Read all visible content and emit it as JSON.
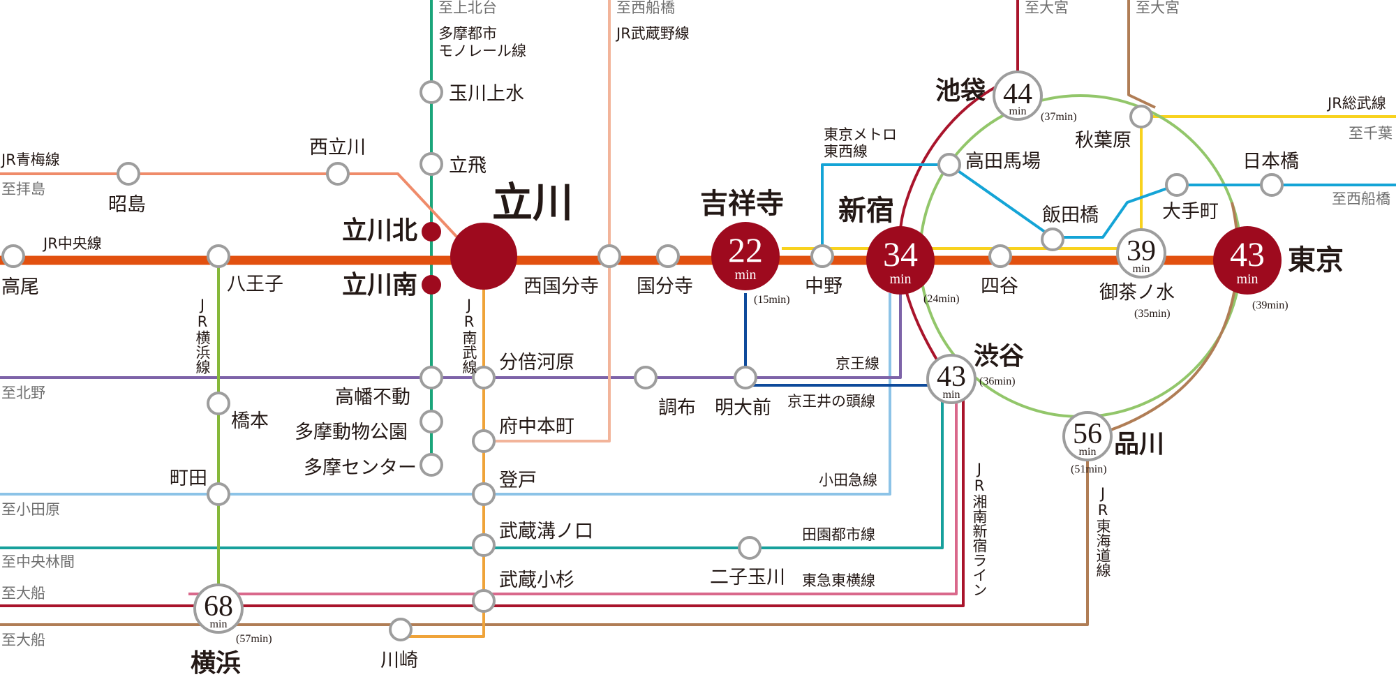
{
  "lines": {
    "ome": "JR青梅線",
    "chuo": "JR中央線",
    "tama_monorail_1": "多摩都市",
    "tama_monorail_2": "モノレール線",
    "musashino": "JR武蔵野線",
    "tozai_1": "東京メトロ",
    "tozai_2": "東西線",
    "sobu": "JR総武線",
    "yokohama": "JR横浜線",
    "nambu": "JR南武線",
    "keio": "京王線",
    "inokashira": "京王井の頭線",
    "odakyu": "小田急線",
    "denentoshi": "田園都市線",
    "toyoko": "東急東横線",
    "shonan": "JR湘南新宿ライン",
    "tokaido": "JR東海道線"
  },
  "directions": {
    "kamikitadai": "至上北台",
    "nishifunabashi_top": "至西船橋",
    "omiya_1": "至大宮",
    "omiya_2": "至大宮",
    "haijima": "至拝島",
    "chiba": "至千葉",
    "nishifunabashi_right": "至西船橋",
    "kitano": "至北野",
    "odawara": "至小田原",
    "chuorinkan": "至中央林間",
    "ofuna_1": "至大船",
    "ofuna_2": "至大船"
  },
  "stations": {
    "tamagawajosui": "玉川上水",
    "tachihi": "立飛",
    "nishitachikawa": "西立川",
    "akishima": "昭島",
    "tachikawakita": "立川北",
    "tachikawaminami": "立川南",
    "tachikawa": "立川",
    "takao": "高尾",
    "hachioji": "八王子",
    "nishikokubunji": "西国分寺",
    "kokubunji": "国分寺",
    "kichijoji": "吉祥寺",
    "nakano": "中野",
    "shinjuku": "新宿",
    "yotsuya": "四谷",
    "ochanomizu": "御茶ノ水",
    "tokyo": "東京",
    "ikebukuro": "池袋",
    "takadanobaba": "高田馬場",
    "akihabara": "秋葉原",
    "iidabashi": "飯田橋",
    "otemachi": "大手町",
    "nihonbashi": "日本橋",
    "bubaigawara": "分倍河原",
    "takahatafudo": "高幡不動",
    "tamadobutsukoen": "多摩動物公園",
    "tamacenter": "多摩センター",
    "chofu": "調布",
    "meidaimae": "明大前",
    "shibuya": "渋谷",
    "hashimoto": "橋本",
    "fuchuhonmachi": "府中本町",
    "machida": "町田",
    "noborito": "登戸",
    "musashimizonokuchi": "武蔵溝ノ口",
    "futakotamagawa": "二子玉川",
    "musashikosugi": "武蔵小杉",
    "yokohama": "横浜",
    "kawasaki": "川崎",
    "shinagawa": "品川"
  },
  "times": {
    "kichijoji": {
      "min": "22",
      "unit": "min",
      "note": "(15min)"
    },
    "shinjuku": {
      "min": "34",
      "unit": "min",
      "note": "(24min)"
    },
    "tokyo": {
      "min": "43",
      "unit": "min",
      "note": "(39min)"
    },
    "ikebukuro": {
      "min": "44",
      "unit": "min",
      "note": "(37min)"
    },
    "ochanomizu": {
      "min": "39",
      "unit": "min",
      "note": "(35min)"
    },
    "shibuya": {
      "min": "43",
      "unit": "min",
      "note": "(36min)"
    },
    "shinagawa": {
      "min": "56",
      "unit": "min",
      "note": "(51min)"
    },
    "yokohama": {
      "min": "68",
      "unit": "min",
      "note": "(57min)"
    }
  },
  "colors": {
    "chuo": "#e2500f",
    "hub": "#9e0a1e",
    "monorail": "#1aa57a",
    "musashino": "#f2b49a",
    "ome": "#ef8b6a",
    "yamanote": "#92c66a",
    "sobu": "#f8d21e",
    "tozai": "#14a4d6",
    "keio": "#7d63a8",
    "inokashira": "#0e4a9b",
    "odakyu": "#8cc3e7",
    "denentoshi": "#17a09c",
    "toyoko": "#d9688b",
    "shonan": "#a9142b",
    "tokaido": "#b07d55",
    "yokohama_line": "#86b83a",
    "nambu": "#efa339"
  }
}
